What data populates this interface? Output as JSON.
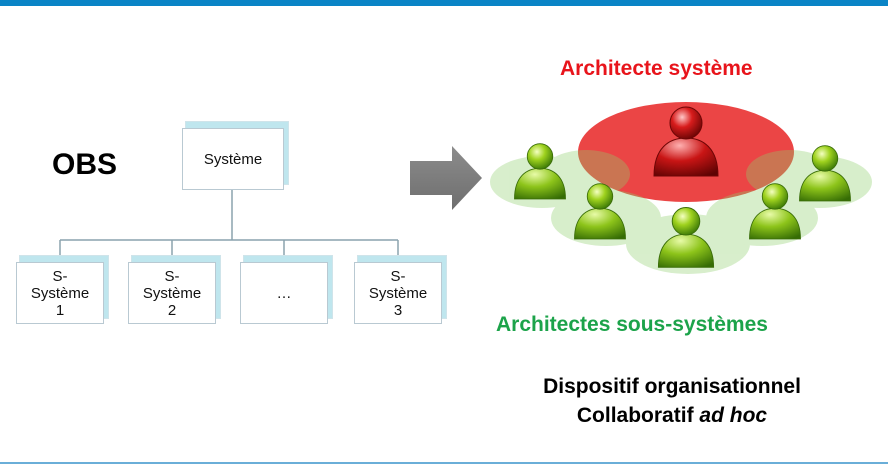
{
  "obs": {
    "title": "OBS",
    "root": "Système",
    "children": [
      {
        "lines": [
          "S-",
          "Système",
          "1"
        ]
      },
      {
        "lines": [
          "S-",
          "Système",
          "2"
        ]
      },
      {
        "lines": [
          "…"
        ]
      },
      {
        "lines": [
          "S-",
          "Système",
          "3"
        ]
      }
    ]
  },
  "org": {
    "top_label": "Architecte système",
    "bottom_label": "Architectes sous-systèmes",
    "caption_line1": "Dispositif organisationnel",
    "caption_line2_main": "Collaboratif",
    "caption_line2_italic": "ad hoc"
  },
  "colors": {
    "accent_blue": "#0a84c6",
    "system_architect_red": "#e8141b",
    "subsystem_green": "#1ca34a"
  }
}
